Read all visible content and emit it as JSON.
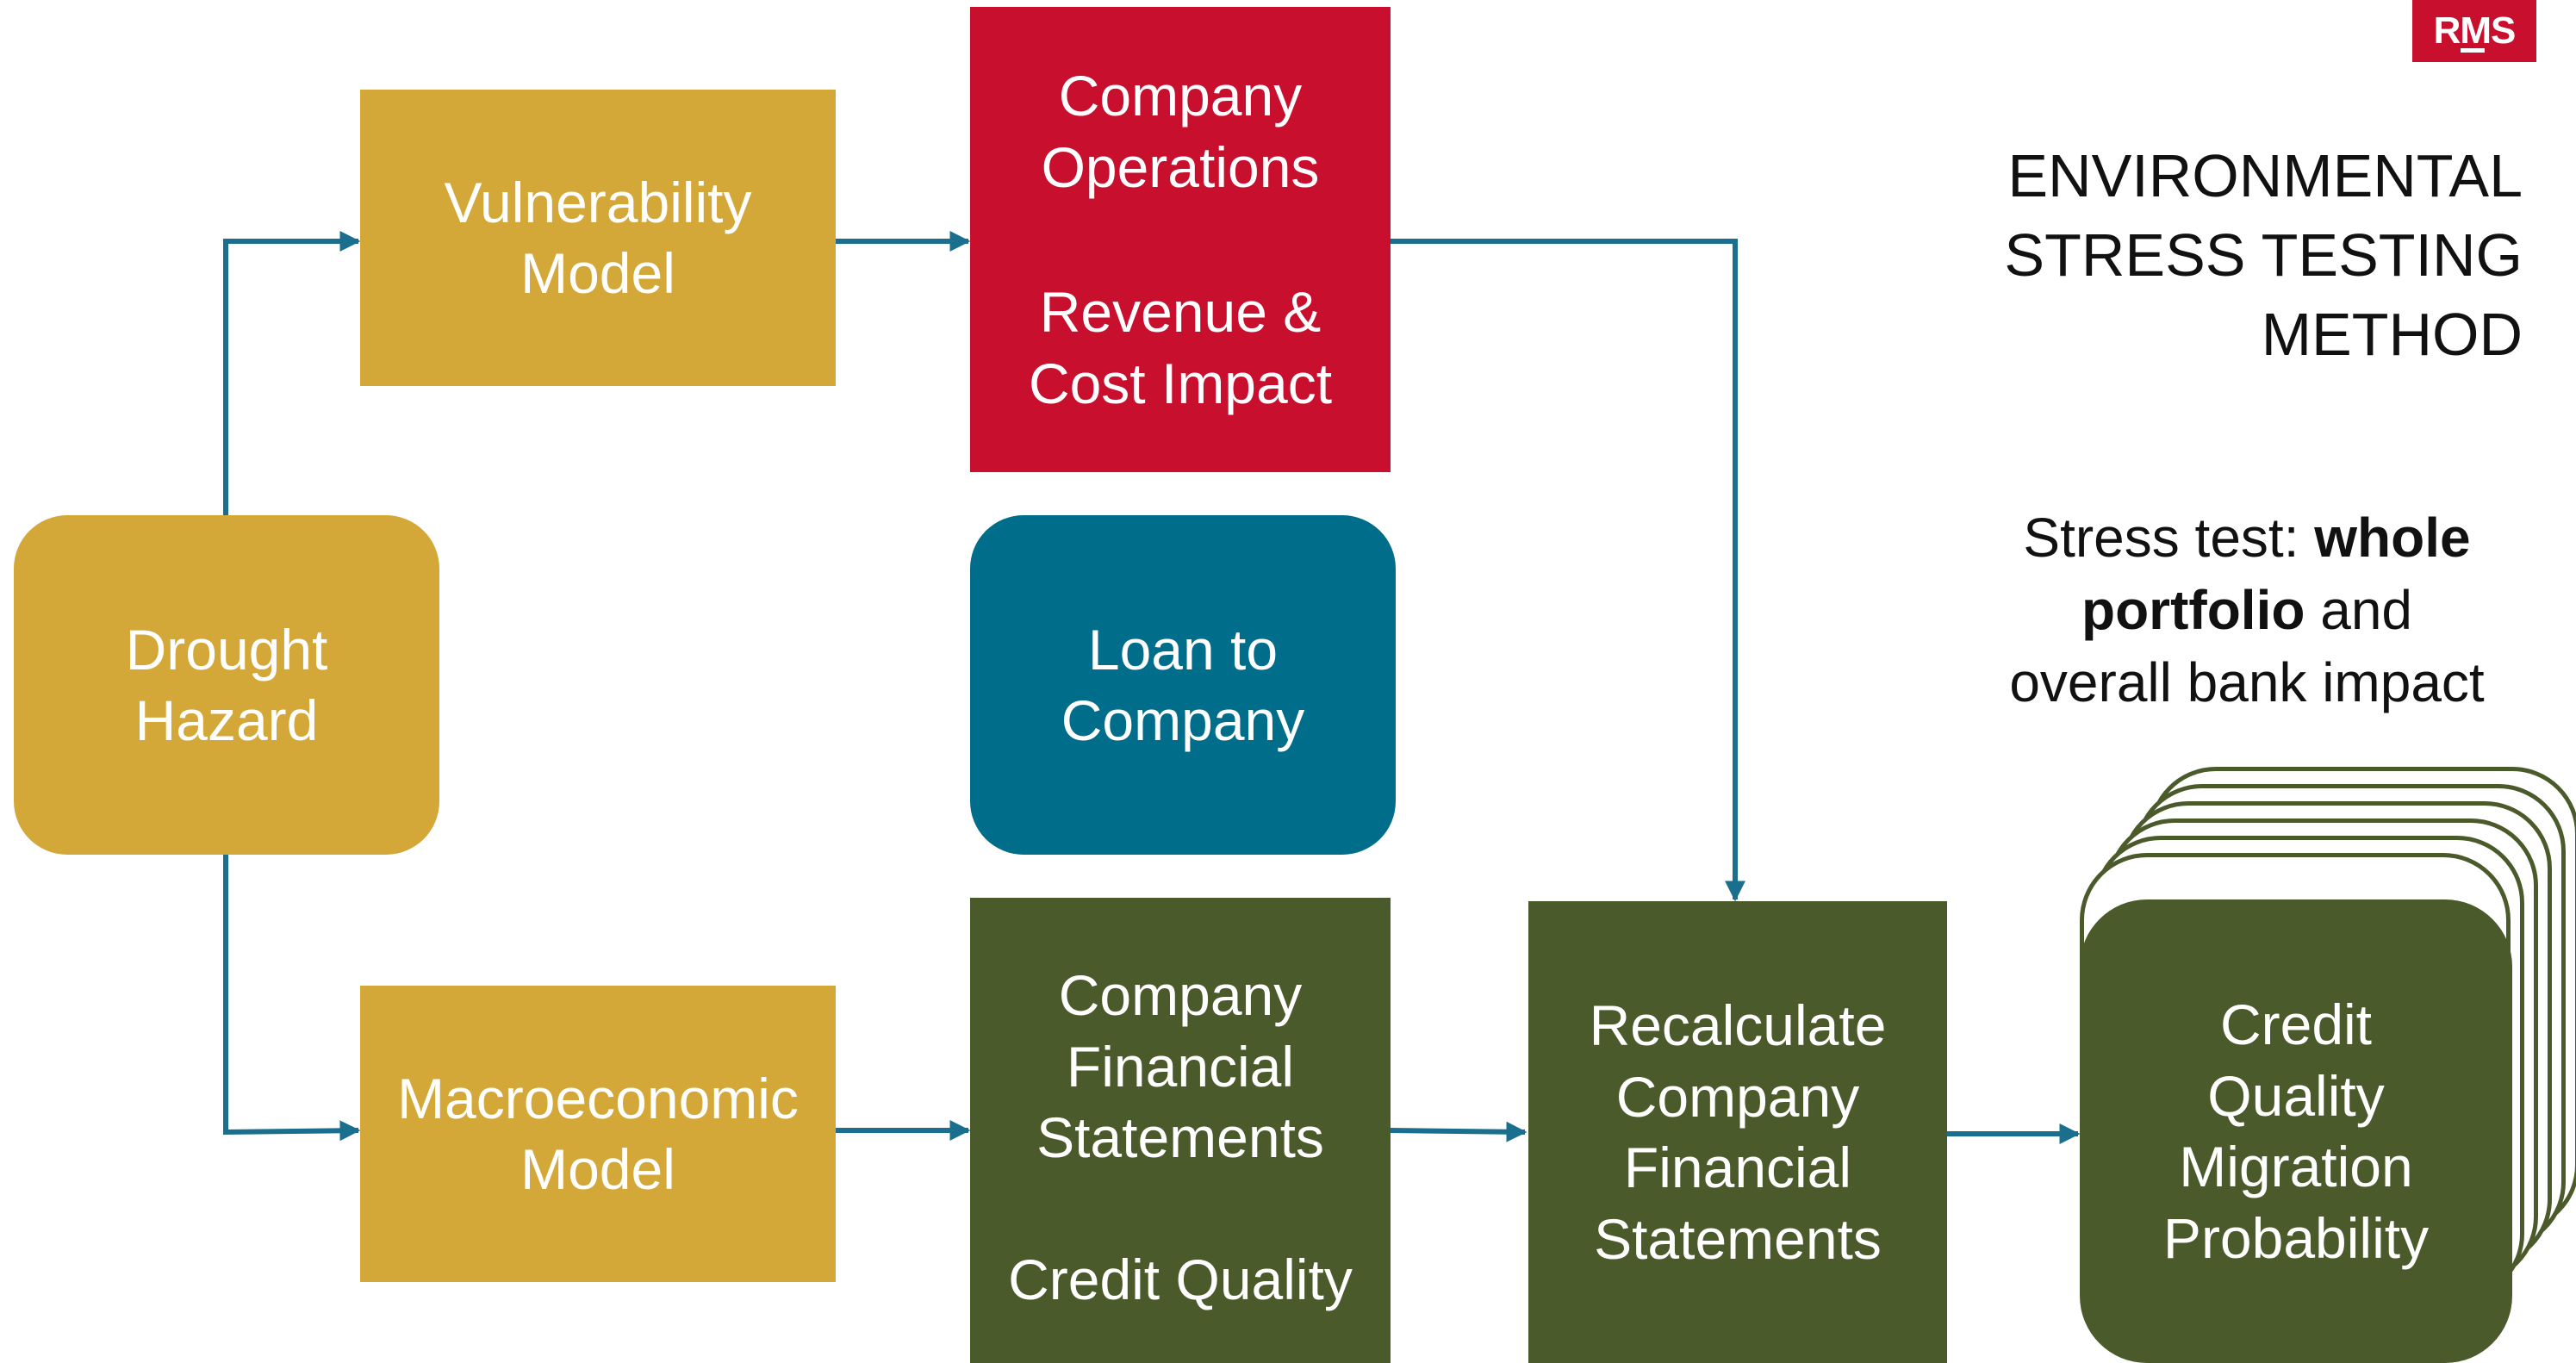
{
  "logo": {
    "text": "RMS",
    "color": "#c8102e"
  },
  "title": {
    "line1": "ENVIRONMENTAL",
    "line2": "STRESS TESTING",
    "line3": "METHOD"
  },
  "subtitle": {
    "part1": "Stress test: ",
    "bold1": "whole",
    "bold2": "portfolio",
    "part2": " and",
    "part3": "overall bank impact"
  },
  "nodes": {
    "drought_hazard": "Drought\nHazard",
    "vulnerability_model": "Vulnerability\nModel",
    "macroeconomic_model": "Macroeconomic\nModel",
    "company_operations": "Company\nOperations",
    "revenue_cost_impact": "Revenue &\nCost Impact",
    "loan_to_company": "Loan to\nCompany",
    "company_financial_statements": "Company\nFinancial\nStatements",
    "credit_quality": "Credit Quality",
    "recalculate": "Recalculate\nCompany\nFinancial\nStatements",
    "credit_quality_migration": "Credit\nQuality\nMigration\nProbability"
  },
  "colors": {
    "gold": "#d4a838",
    "red": "#c8102e",
    "teal": "#006d8a",
    "green": "#4b5a2a",
    "arrow": "#1a6f8e"
  }
}
